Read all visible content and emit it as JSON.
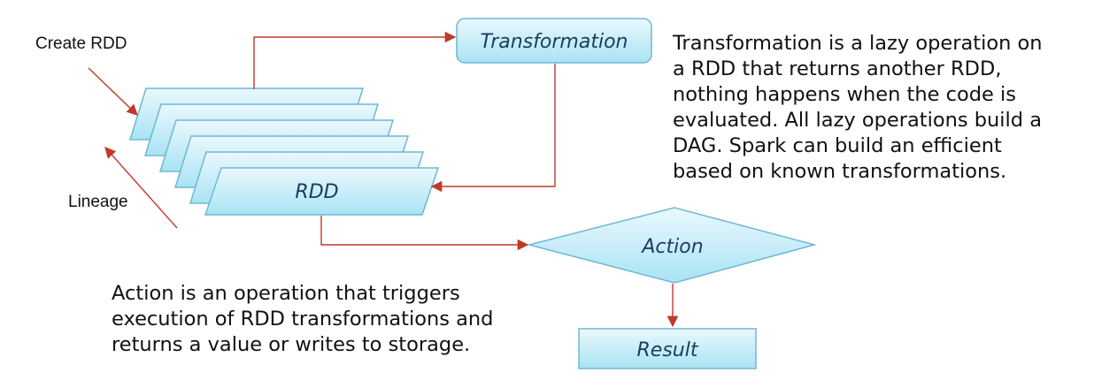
{
  "labels": {
    "create_rdd": "Create RDD",
    "lineage": "Lineage"
  },
  "nodes": {
    "transformation": "Transformation",
    "rdd": "RDD",
    "action": "Action",
    "result": "Result"
  },
  "descriptions": {
    "transformation": [
      "Transformation is a lazy operation on",
      "a RDD that returns another RDD,",
      "nothing happens when the code is",
      "evaluated. All lazy operations build a",
      "DAG. Spark can build an efficient",
      "based on known transformations."
    ],
    "action": [
      "Action is an operation that triggers",
      "execution of RDD transformations and",
      "returns a value or writes to storage."
    ]
  },
  "colors": {
    "node_fill_top": "#eaf8fd",
    "node_fill_bottom": "#a9e3f4",
    "node_stroke": "#6fb7d4",
    "arrow": "#c0392b"
  }
}
